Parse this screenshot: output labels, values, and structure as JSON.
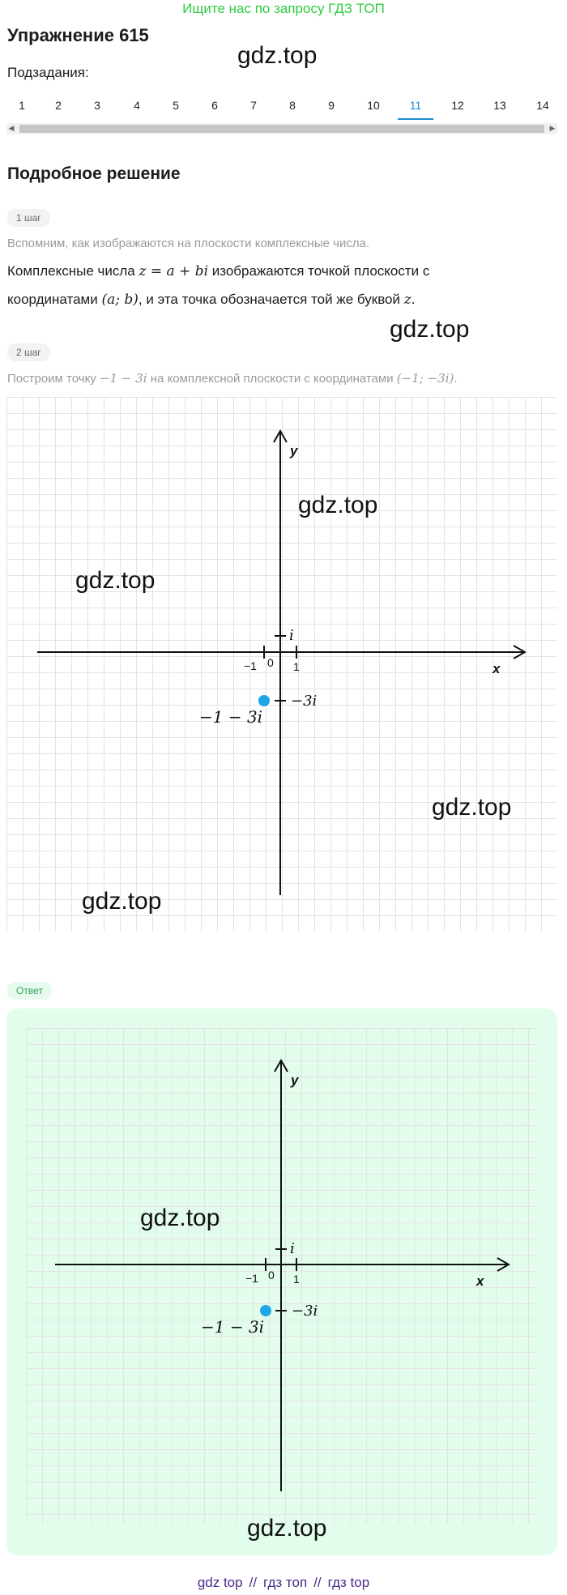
{
  "promo": "Ищите нас по запросу ГДЗ ТОП",
  "title": "Упражнение 615",
  "watermark": "gdz.top",
  "subtasks_label": "Подзадания:",
  "tabs": [
    "1",
    "2",
    "3",
    "4",
    "5",
    "6",
    "7",
    "8",
    "9",
    "10",
    "11",
    "12",
    "13",
    "14"
  ],
  "active_tab": "11",
  "solution_heading": "Подробное решение",
  "step1": {
    "badge": "1 шаг",
    "hint": "Вспомним, как изображаются на плоскости комплексные числа.",
    "line1_a": "Комплексные числа ",
    "line1_math": "z = a + bi",
    "line1_b": " изображаются точкой плоскости с",
    "line2_a": "координатами ",
    "line2_math": "(a;  b)",
    "line2_b": ", и эта точка обозначается той же буквой ",
    "line2_math2": "z",
    "line2_c": "."
  },
  "step2": {
    "badge": "2 шаг",
    "hint_a": "Построим точку ",
    "hint_math": "−1 − 3i",
    "hint_b": " на комплексной плоскости с координатами ",
    "hint_math2": "(−1;  −3i)",
    "hint_c": "."
  },
  "plot": {
    "x_axis_label": "x",
    "y_axis_label": "y",
    "tick_minus_one": "−1",
    "tick_zero": "0",
    "tick_one": "1",
    "tick_i": "i",
    "tick_minus_3i": "−3i",
    "point_label": "−1 − 3i",
    "point": {
      "x": -1,
      "y": -3
    },
    "point_color": "#1ea7e8",
    "axis_color": "#111111",
    "grid_color": "#e3e3e3"
  },
  "answer_badge": "Ответ",
  "answer_bg": "#e2fdec",
  "footer": [
    "gdz top",
    "//",
    "гдз топ",
    "//",
    "гдз top"
  ]
}
